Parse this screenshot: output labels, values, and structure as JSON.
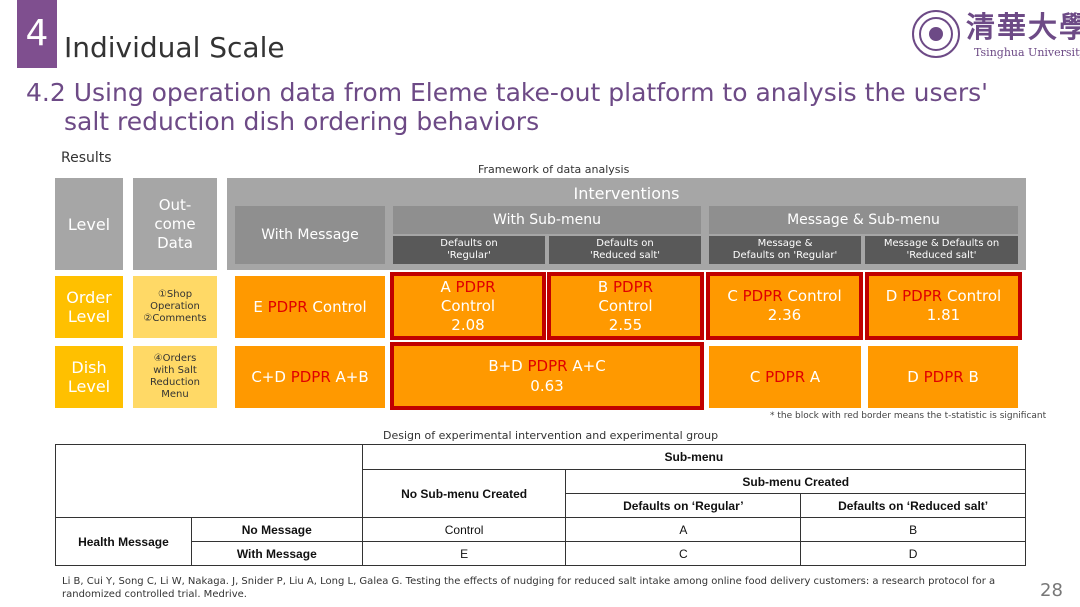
{
  "header": {
    "section_number": "4",
    "section_title": "Individual Scale",
    "subtitle_line1": "4.2 Using operation data from Eleme take-out platform  to analysis the users'",
    "subtitle_line2": "salt reduction dish ordering behaviors"
  },
  "logo": {
    "name_cn": "清華大學",
    "name_en": "Tsinghua University"
  },
  "results_label": "Results",
  "framework": {
    "title": "Framework of data analysis",
    "col_level": "Level",
    "col_outcome": [
      "Out-",
      "come",
      "Data"
    ],
    "interventions": "Interventions",
    "with_message": "With Message",
    "with_submenu": "With Sub-menu",
    "message_submenu": "Message & Sub-menu",
    "sub_regular": [
      "Defaults on",
      "'Regular'"
    ],
    "sub_reduced": [
      "Defaults on",
      "'Reduced salt'"
    ],
    "msg_regular": [
      "Message &",
      "Defaults on 'Regular'"
    ],
    "msg_reduced": [
      "Message & Defaults on",
      "'Reduced salt'"
    ],
    "order_level": [
      "Order",
      "Level"
    ],
    "order_outcome": [
      "①Shop",
      "Operation",
      "②Comments"
    ],
    "dish_level": [
      "Dish",
      "Level"
    ],
    "dish_outcome": [
      "④Orders",
      "with Salt",
      "Reduction",
      "Menu"
    ],
    "e_pre": "E ",
    "pdpr": "PDPR",
    "control": " Control",
    "a_letter": "A ",
    "a_value": "2.08",
    "b_letter": "B ",
    "b_value": "2.55",
    "c_pre": "C ",
    "c_value": "2.36",
    "d_pre": "D ",
    "d_value": "1.81",
    "cd_pre": "C+D ",
    "cd_post": " A+B",
    "bd_pre": "B+D ",
    "bd_post": " A+C",
    "bd_value": "0.63",
    "c2_pre": "C ",
    "c2_post": " A",
    "d2_pre": "D ",
    "d2_post": " B",
    "control_word": "Control",
    "note": "* the block with red border means the t-statistic is significant"
  },
  "table": {
    "title": "Design of experimental intervention and experimental group",
    "submenu": "Sub-menu",
    "no_submenu": "No Sub-menu Created",
    "submenu_created": "Sub-menu Created",
    "defaults_regular": "Defaults on ‘Regular’",
    "defaults_reduced": "Defaults on ‘Reduced salt’",
    "health_message": "Health Message",
    "rows": [
      {
        "label": "No Message",
        "cells": [
          "Control",
          "A",
          "B"
        ]
      },
      {
        "label": "With Message",
        "cells": [
          "E",
          "C",
          "D"
        ]
      }
    ]
  },
  "reference": "Li B, Cui Y, Song C, Li W, Nakaga. J, Snider P, Liu A, Long L, Galea G. Testing the effects of nudging for reduced salt intake among online food delivery customers: a research protocol for a randomized controlled trial. Medrive.",
  "page_number": "28",
  "colors": {
    "purple": "#7f4f8f",
    "orange": "#ff9900",
    "yellow": "#ffc000",
    "pale_yellow": "#ffd966",
    "red": "#c00000",
    "gray": "#a6a6a6"
  }
}
